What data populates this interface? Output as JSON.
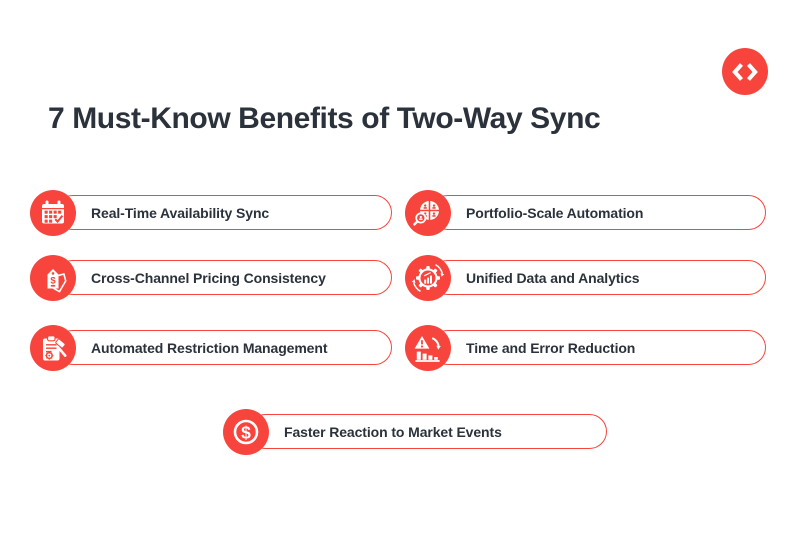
{
  "header": {
    "title": "7 Must-Know Benefits of Two-Way Sync"
  },
  "brand": {
    "logo_icon": "code-brackets-icon"
  },
  "items": [
    {
      "label": "Real-Time Availability Sync",
      "icon": "calendar-check-icon"
    },
    {
      "label": "Portfolio-Scale Automation",
      "icon": "portfolio-magnifier-icon"
    },
    {
      "label": "Cross-Channel Pricing Consistency",
      "icon": "price-tags-icon"
    },
    {
      "label": "Unified Data and Analytics",
      "icon": "gear-analytics-icon"
    },
    {
      "label": "Automated Restriction Management",
      "icon": "clipboard-gavel-icon"
    },
    {
      "label": "Time and Error Reduction",
      "icon": "warning-chart-icon"
    },
    {
      "label": "Faster Reaction to Market Events",
      "icon": "dollar-coin-icon"
    }
  ],
  "colors": {
    "accent_red": "#F7453D",
    "text_dark": "#2B323B",
    "background": "#FFFFFF"
  }
}
